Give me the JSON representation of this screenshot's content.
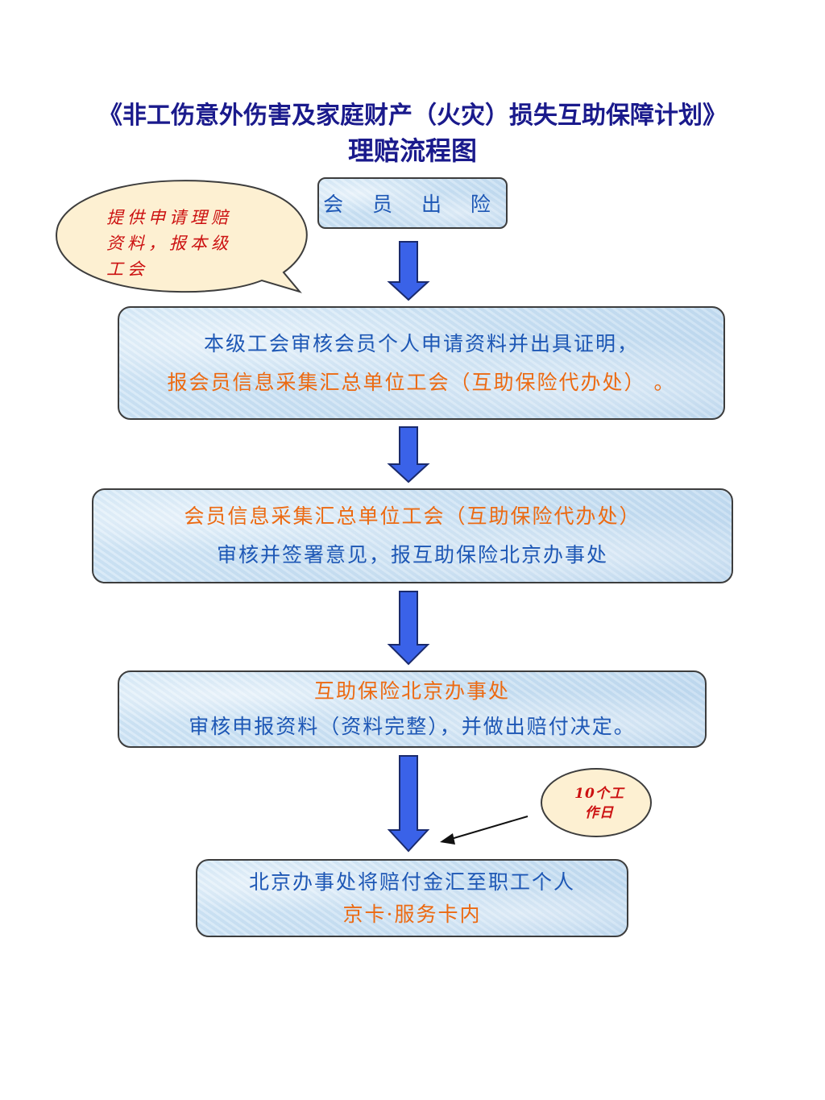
{
  "title": {
    "line1": "《非工伤意外伤害及家庭财产（火灾）损失互助保障计划》",
    "line2": "理赔流程图"
  },
  "steps": [
    {
      "lines": [
        {
          "text": "会 员 出 险",
          "color": "#1d57b5"
        }
      ]
    },
    {
      "lines": [
        {
          "text": "本级工会审核会员个人申请资料并出具证明，",
          "color": "#1d57b5"
        },
        {
          "text": "报会员信息采集汇总单位工会（互助保险代办处） 。",
          "color": "#ec6a12"
        }
      ]
    },
    {
      "lines": [
        {
          "text": "会员信息采集汇总单位工会（互助保险代办处）",
          "color": "#ec6a12"
        },
        {
          "text": "审核并签署意见，报互助保险北京办事处",
          "color": "#1d57b5"
        }
      ]
    },
    {
      "lines": [
        {
          "text": "互助保险北京办事处",
          "color": "#ec6a12"
        },
        {
          "text": "审核申报资料（资料完整），并做出赔付决定。",
          "color": "#1d57b5"
        }
      ]
    },
    {
      "lines": [
        {
          "text": "北京办事处将赔付金汇至职工个人",
          "color": "#1d57b5"
        },
        {
          "text": "京卡·服务卡内",
          "color": "#ec6a12"
        }
      ]
    }
  ],
  "callouts": {
    "materials": {
      "line1": "提供申请理赔",
      "line2": "资料，报本级",
      "line3": "工会"
    },
    "duration": {
      "line1": "10个工",
      "line2": "作日"
    }
  },
  "colors": {
    "title": "#1a1a8c",
    "arrow_fill": "#3a62e8",
    "box_fill": "#cfe3f4",
    "callout_fill": "#fdf0d2",
    "callout_text": "#cc1111"
  }
}
